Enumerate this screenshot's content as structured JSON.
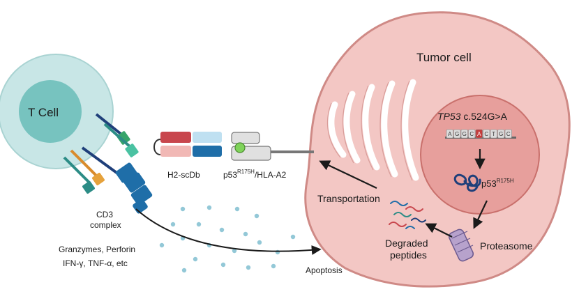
{
  "labels": {
    "tumor_cell": "Tumor cell",
    "t_cell": "T Cell",
    "cd3_line1": "CD3",
    "cd3_line2": "complex",
    "h2_scdb": "H2-scDb",
    "pmhc_base": "p53",
    "pmhc_sup": "R175H",
    "pmhc_tail": "/HLA-A2",
    "gene_italic": "TP53",
    "gene_mutation": " c.524G>A",
    "sequence": [
      "A",
      "G",
      "G",
      "C",
      "A",
      "C",
      "T",
      "G",
      "C"
    ],
    "mutant_protein_base": "p53",
    "mutant_protein_sup": "R175H",
    "transportation": "Transportation",
    "degraded_line1": "Degraded",
    "degraded_line2": "peptides",
    "proteasome": "Proteasome",
    "effectors_line1": "Granzymes, Perforin",
    "effectors_line2": "IFN-γ, TNF-α, etc",
    "apoptosis": "Apoptosis"
  },
  "colors": {
    "tumor_fill": "#f3c7c4",
    "tumor_edge": "#cf8a86",
    "nucleus_fill": "#e79f9c",
    "tcell_outer": "#c8e6e6",
    "tcell_inner": "#77c3bf",
    "receptor_blue": "#1f6ea8",
    "receptor_teal": "#2c8c86",
    "scdb_red": "#c8464d",
    "scdb_blue": "#7fbadf",
    "highlight_base": "#c43b3b"
  }
}
